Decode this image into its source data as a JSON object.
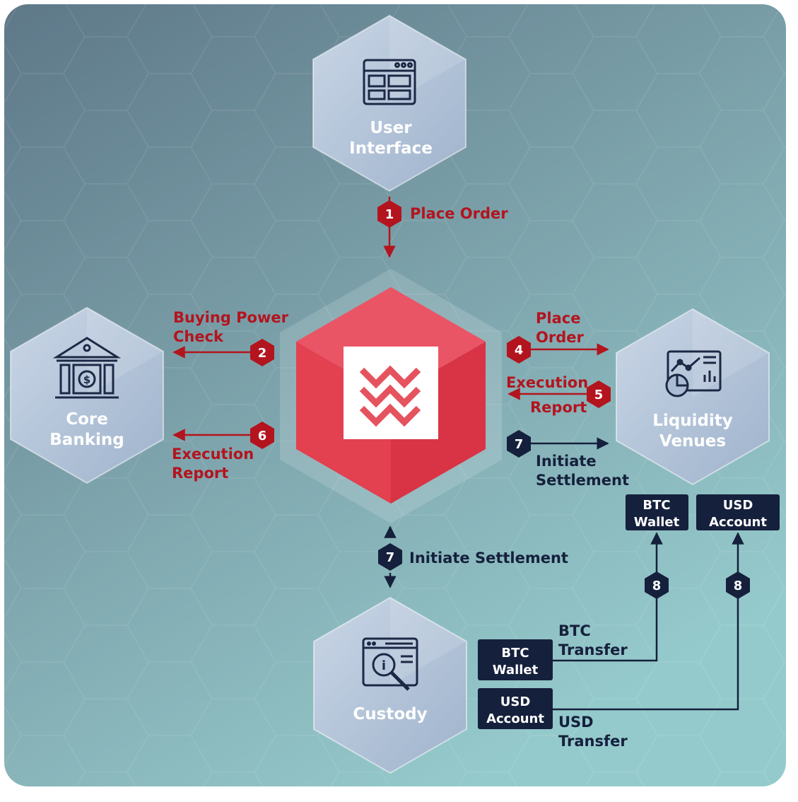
{
  "colors": {
    "accent_red": "#b3141e",
    "navy": "#15203c",
    "background_top": "#5f7b8c",
    "background_bottom": "#8fc6c9"
  },
  "nodes": {
    "user_interface": {
      "line1": "User",
      "line2": "Interface",
      "icon": "browser-window-icon"
    },
    "core_banking": {
      "line1": "Core",
      "line2": "Banking",
      "icon": "bank-icon"
    },
    "liquidity_venues": {
      "line1": "Liquidity",
      "line2": "Venues",
      "icon": "analytics-dashboard-icon"
    },
    "custody": {
      "line1": "Custody",
      "icon": "search-document-icon"
    },
    "center": {
      "icon": "logo-chevrons-icon"
    }
  },
  "steps": {
    "s1": {
      "num": "1",
      "label": "Place Order"
    },
    "s2": {
      "num": "2",
      "line1": "Buying Power",
      "line2": "Check"
    },
    "s4": {
      "num": "4",
      "line1": "Place",
      "line2": "Order"
    },
    "s5": {
      "num": "5",
      "line1": "Execution",
      "line2": "Report"
    },
    "s6": {
      "num": "6",
      "line1": "Execution",
      "line2": "Report"
    },
    "s7a": {
      "num": "7",
      "line1": "Initiate",
      "line2": "Settlement"
    },
    "s7b": {
      "num": "7",
      "label": "Initiate Settlement"
    },
    "s8a": {
      "num": "8"
    },
    "s8b": {
      "num": "8"
    }
  },
  "boxes": {
    "venue_btc": {
      "line1": "BTC",
      "line2": "Wallet"
    },
    "venue_usd": {
      "line1": "USD",
      "line2": "Account"
    },
    "custody_btc": {
      "line1": "BTC",
      "line2": "Wallet"
    },
    "custody_usd": {
      "line1": "USD",
      "line2": "Account"
    }
  },
  "transfers": {
    "btc": {
      "line1": "BTC",
      "line2": "Transfer"
    },
    "usd": {
      "line1": "USD",
      "line2": "Transfer"
    }
  }
}
